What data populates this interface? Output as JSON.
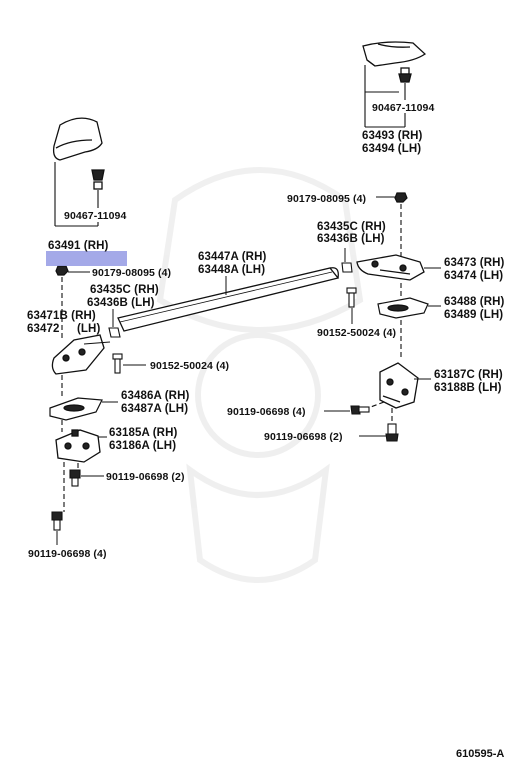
{
  "labels": {
    "l_90467_top": "90467-11094",
    "l_63493": "63493 (RH)",
    "l_63494": "63494 (LH)",
    "l_90467_left": "90467-11094",
    "l_63491": "63491 (RH)",
    "l_90179_left": "90179-08095 (4)",
    "l_90179_right": "90179-08095 (4)",
    "l_63435c_mid": "63435C (RH)",
    "l_63436b_mid": "63436B (LH)",
    "l_63447a": "63447A (RH)",
    "l_63448a": "63448A (LH)",
    "l_63435c_left": "63435C (RH)",
    "l_63436b_left": "63436B (LH)",
    "l_63473": "63473 (RH)",
    "l_63474": "63474 (LH)",
    "l_63471b": "63471B (RH)",
    "l_63472": "63472",
    "l_63472_lh": "(LH)",
    "l_63488": "63488 (RH)",
    "l_63489": "63489 (LH)",
    "l_90152_right": "90152-50024 (4)",
    "l_90152_left": "90152-50024 (4)",
    "l_63187c": "63187C (RH)",
    "l_63188b": "63188B (LH)",
    "l_63486a": "63486A (RH)",
    "l_63487a": "63487A (LH)",
    "l_90119_mid": "90119-06698 (4)",
    "l_90119_right": "90119-06698 (2)",
    "l_63185a": "63185A (RH)",
    "l_63186a": "63186A (LH)",
    "l_90119_left": "90119-06698 (2)",
    "l_90119_bottom": "90119-06698 (4)"
  },
  "figure_id": "610595-A"
}
